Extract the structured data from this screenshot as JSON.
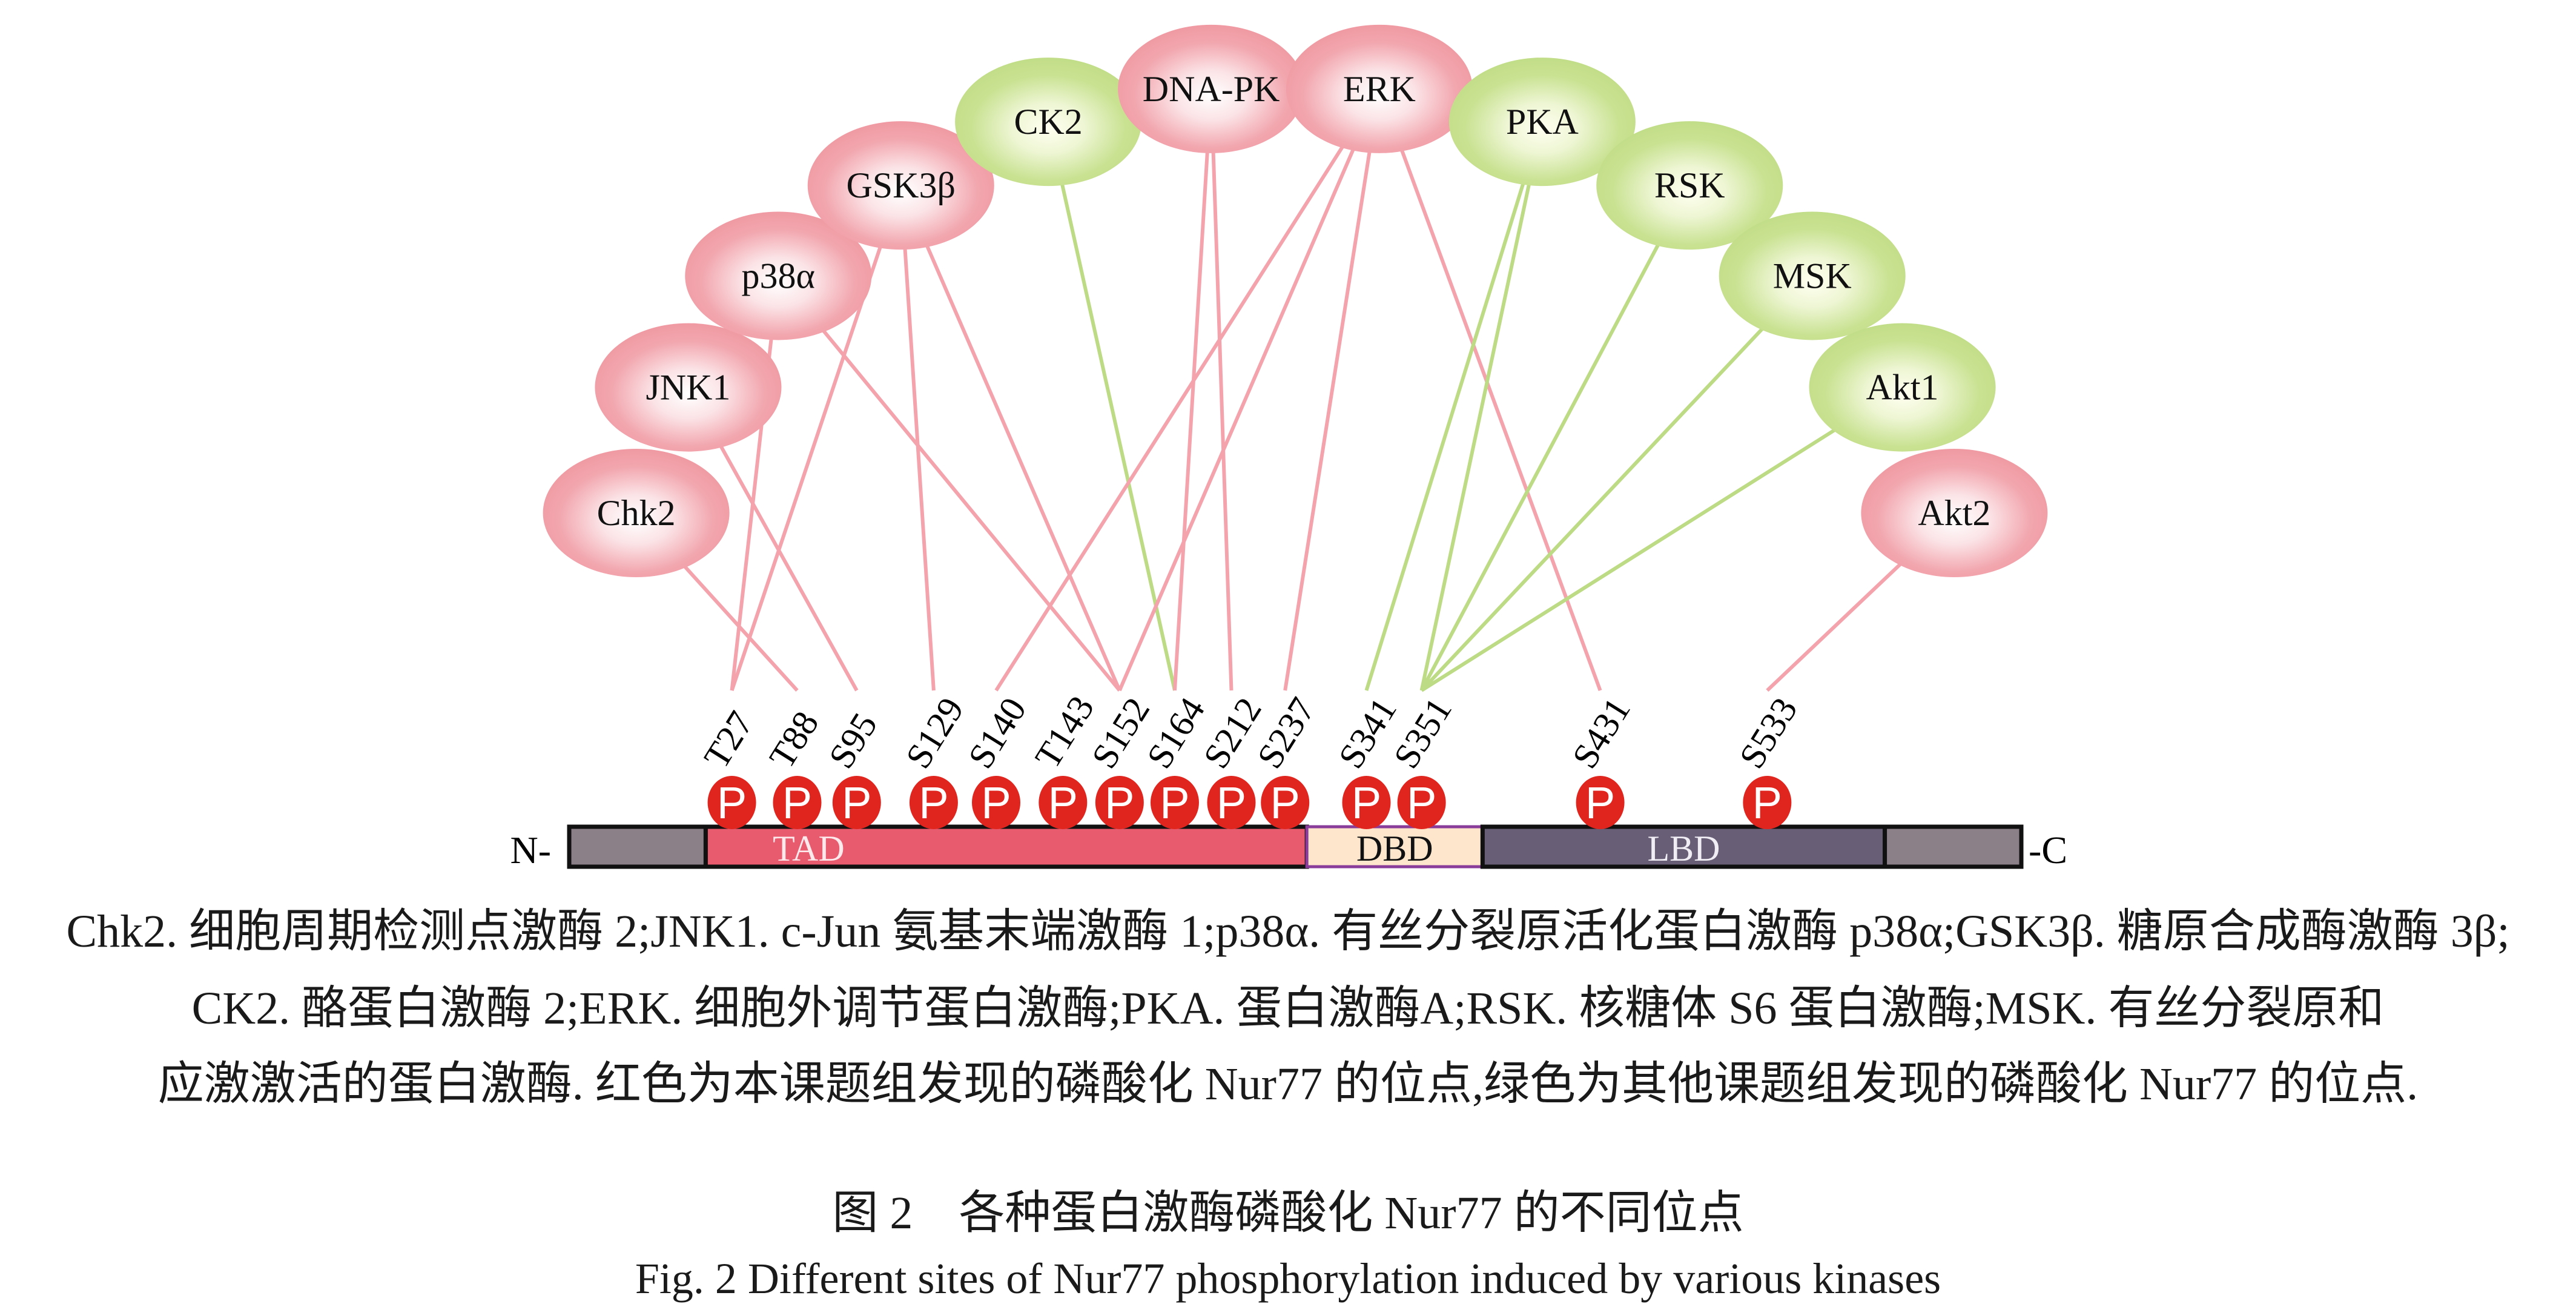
{
  "figure": {
    "protein": "Nur77",
    "n_terminus_label": "N-",
    "c_terminus_label": "-C",
    "domains": [
      {
        "name": "",
        "start_fraction": 0.0,
        "end_fraction": 0.094,
        "color": "#8b7f88",
        "text_color": "#ffffff"
      },
      {
        "name": "TAD",
        "start_fraction": 0.094,
        "end_fraction": 0.508,
        "color": "#e85a6e",
        "text_color": "#fde8ec"
      },
      {
        "name": "DBD",
        "start_fraction": 0.508,
        "end_fraction": 0.629,
        "color": "#fde6cc",
        "text_color": "#111111"
      },
      {
        "name": "LBD",
        "start_fraction": 0.629,
        "end_fraction": 0.906,
        "color": "#685e76",
        "text_color": "#f0eef4"
      },
      {
        "name": "",
        "start_fraction": 0.906,
        "end_fraction": 1.0,
        "color": "#8b7f88",
        "text_color": "#ffffff"
      }
    ],
    "phospho_symbol": "P",
    "phospho_color": "#e0251f",
    "sites": [
      {
        "label": "T27",
        "bar_fraction": 0.112
      },
      {
        "label": "T88",
        "bar_fraction": 0.157
      },
      {
        "label": "S95",
        "bar_fraction": 0.198
      },
      {
        "label": "S129",
        "bar_fraction": 0.251
      },
      {
        "label": "S140",
        "bar_fraction": 0.294
      },
      {
        "label": "T143",
        "bar_fraction": 0.34
      },
      {
        "label": "S152",
        "bar_fraction": 0.379
      },
      {
        "label": "S164",
        "bar_fraction": 0.417
      },
      {
        "label": "S212",
        "bar_fraction": 0.456
      },
      {
        "label": "S237",
        "bar_fraction": 0.493
      },
      {
        "label": "S341",
        "bar_fraction": 0.549
      },
      {
        "label": "S351",
        "bar_fraction": 0.587
      },
      {
        "label": "S431",
        "bar_fraction": 0.71
      },
      {
        "label": "S533",
        "bar_fraction": 0.825
      }
    ],
    "kinase_colors": {
      "red": "#f2a0a8",
      "green": "#c6e08e"
    },
    "link_colors": {
      "red": "#f4a3ad",
      "green": "#bcdb84"
    },
    "kinases": [
      {
        "name": "Chk2",
        "group": "red"
      },
      {
        "name": "JNK1",
        "group": "red"
      },
      {
        "name": "p38α",
        "group": "red"
      },
      {
        "name": "GSK3β",
        "group": "red"
      },
      {
        "name": "CK2",
        "group": "green"
      },
      {
        "name": "DNA-PK",
        "group": "red"
      },
      {
        "name": "ERK",
        "group": "red"
      },
      {
        "name": "PKA",
        "group": "green"
      },
      {
        "name": "RSK",
        "group": "green"
      },
      {
        "name": "MSK",
        "group": "green"
      },
      {
        "name": "Akt1",
        "group": "green"
      },
      {
        "name": "Akt2",
        "group": "red"
      }
    ],
    "links": [
      {
        "kinase": "Chk2",
        "site": "T88"
      },
      {
        "kinase": "JNK1",
        "site": "S95"
      },
      {
        "kinase": "p38α",
        "site": "T27"
      },
      {
        "kinase": "p38α",
        "site": "S152"
      },
      {
        "kinase": "GSK3β",
        "site": "T27"
      },
      {
        "kinase": "GSK3β",
        "site": "S129"
      },
      {
        "kinase": "GSK3β",
        "site": "S152"
      },
      {
        "kinase": "CK2",
        "site": "S164"
      },
      {
        "kinase": "DNA-PK",
        "site": "S164"
      },
      {
        "kinase": "DNA-PK",
        "site": "S212"
      },
      {
        "kinase": "ERK",
        "site": "S140"
      },
      {
        "kinase": "ERK",
        "site": "S152"
      },
      {
        "kinase": "ERK",
        "site": "S237"
      },
      {
        "kinase": "ERK",
        "site": "S431"
      },
      {
        "kinase": "PKA",
        "site": "S341"
      },
      {
        "kinase": "PKA",
        "site": "S351"
      },
      {
        "kinase": "RSK",
        "site": "S351"
      },
      {
        "kinase": "MSK",
        "site": "S351"
      },
      {
        "kinase": "Akt1",
        "site": "S351"
      },
      {
        "kinase": "Akt2",
        "site": "S533"
      }
    ]
  },
  "legend_lines": [
    "Chk2. 细胞周期检测点激酶 2;JNK1. c-Jun 氨基末端激酶 1;p38α. 有丝分裂原活化蛋白激酶 p38α;GSK3β. 糖原合成酶激酶 3β;",
    "CK2. 酪蛋白激酶 2;ERK. 细胞外调节蛋白激酶;PKA. 蛋白激酶A;RSK. 核糖体 S6 蛋白激酶;MSK. 有丝分裂原和",
    "应激激活的蛋白激酶. 红色为本课题组发现的磷酸化 Nur77 的位点,绿色为其他课题组发现的磷酸化 Nur77 的位点."
  ],
  "caption_cn": "图 2　各种蛋白激酶磷酸化 Nur77 的不同位点",
  "caption_en": "Fig. 2  Different sites of Nur77 phosphorylation induced by various kinases"
}
